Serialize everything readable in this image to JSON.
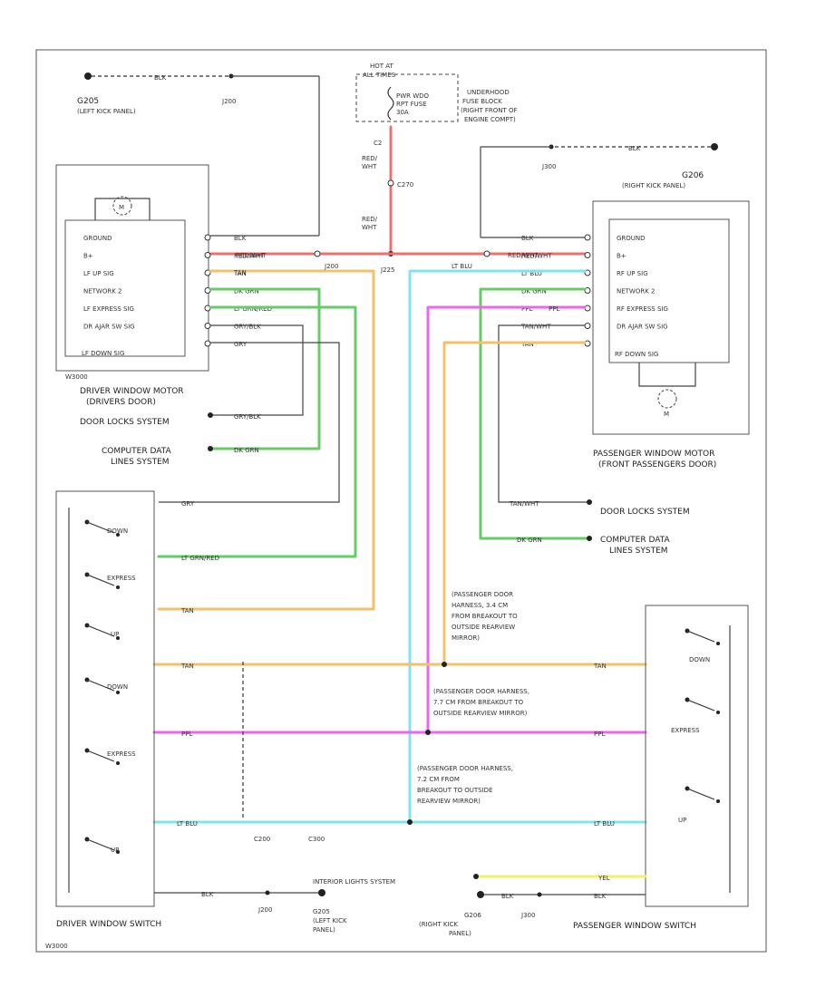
{
  "colors": {
    "red": "#f07070",
    "tan": "#f2c16a",
    "cyan": "#7fe4ee",
    "green": "#66cc66",
    "pink": "#ee66ee",
    "yellow": "#f2f266",
    "black": "#222222",
    "gray": "#888888"
  },
  "labels": {
    "hot_at": "HOT AT",
    "hot_at_2": "ALL TIMES",
    "pwr_win_fuse": "PWR WDO",
    "pwr_win_fuse_2": "RPT FUSE",
    "pwr_win_fuse_3": "30A",
    "underhood_1": "UNDERHOOD",
    "underhood_2": "FUSE BLOCK",
    "underhood_3": "(RIGHT FRONT OF",
    "underhood_4": "ENGINE COMPT)",
    "g205_left": "G205",
    "g205_left_sub": "(LEFT KICK PANEL)",
    "j200_left": "J200",
    "g206_right": "G206",
    "g206_right_sub": "(RIGHT KICK PANEL)",
    "j300_right": "J300",
    "red_wht_1": "RED/",
    "red_wht_1b": "WHT",
    "red_wht_2": "RED/",
    "red_wht_2b": "WHT",
    "c2": "C2",
    "s_fuse": "C270",
    "j225": "J225",
    "j200_mid": "J200",
    "driver_motor_1": "DRIVER WINDOW MOTOR",
    "driver_motor_2": "(DRIVERS DOOR)",
    "lf_down_sig": "LF DOWN SIG",
    "pass_motor_1": "PASSENGER WINDOW MOTOR",
    "pass_motor_2": "(FRONT PASSENGERS DOOR)",
    "rf_down_sig": "RF DOWN SIG",
    "door_locks_left": "DOOR LOCKS SYSTEM",
    "comp_data_left_1": "COMPUTER DATA",
    "comp_data_left_2": "LINES SYSTEM",
    "door_locks_right": "DOOR LOCKS SYSTEM",
    "comp_data_right_1": "COMPUTER DATA",
    "comp_data_right_2": "LINES SYSTEM",
    "pdh_34_1": "(PASSENGER DOOR",
    "pdh_34_2": "HARNESS, 3.4 CM",
    "pdh_34_3": "FROM BREAKOUT TO",
    "pdh_34_4": "OUTSIDE REARVIEW",
    "pdh_34_5": "MIRROR)",
    "pdh_77_1": "(PASSENGER DOOR HARNESS,",
    "pdh_77_2": "7.7 CM FROM BREAKOUT TO",
    "pdh_77_3": "OUTSIDE REARVIEW MIRROR)",
    "pdh_72_1": "(PASSENGER DOOR HARNESS,",
    "pdh_72_2": "7.2 CM FROM",
    "pdh_72_3": "BREAKOUT TO OUTSIDE",
    "pdh_72_4": "REARVIEW MIRROR)",
    "c200": "C200",
    "c300": "C300",
    "j200_bot": "J200",
    "g205_bot": "G205",
    "g205_bot_2": "(LEFT KICK",
    "g205_bot_3": "PANEL)",
    "g206_bot": "G206",
    "g206_bot_2": "(RIGHT KICK",
    "g206_bot_3": "PANEL)",
    "j300_bot": "J300",
    "interior_lights": "INTERIOR LIGHTS SYSTEM",
    "driver_switch": "DRIVER WINDOW SWITCH",
    "pass_switch": "PASSENGER WINDOW SWITCH",
    "down_l": "DOWN",
    "express_l": "EXPRESS",
    "up_l": "UP",
    "down_l2": "DOWN",
    "express_l2": "EXPRESS",
    "up_l2": "UP",
    "down_r": "DOWN",
    "express_r": "EXPRESS",
    "up_r": "UP",
    "m_left": "M",
    "m_right": "M",
    "code": "W3000"
  },
  "left_motor_pins": [
    {
      "name": "GROUND",
      "wire": "BLK"
    },
    {
      "name": "B+",
      "wire": "RED/WHT"
    },
    {
      "name": "LF UP SIG",
      "wire": "TAN"
    },
    {
      "name": "NETWORK 2",
      "wire": "DK GRN"
    },
    {
      "name": "LF EXPRESS SIG",
      "wire": "LT GRN/RED"
    },
    {
      "name": "DR AJAR SW SIG",
      "wire": "GRY/BLK"
    },
    {
      "name": "",
      "wire": "GRY"
    }
  ],
  "right_motor_pins": [
    {
      "name": "GROUND",
      "wire": "BLK"
    },
    {
      "name": "B+",
      "wire": "RED/WHT"
    },
    {
      "name": "RF UP SIG",
      "wire": "LT BLU"
    },
    {
      "name": "NETWORK 2",
      "wire": "DK GRN"
    },
    {
      "name": "RF EXPRESS SIG",
      "wire": "PPL"
    },
    {
      "name": "DR AJAR SW SIG",
      "wire": "TAN/WHT"
    },
    {
      "name": "",
      "wire": "TAN"
    }
  ],
  "wire_labels": {
    "gry_blk_dl": "GRY/BLK",
    "dk_grn_cd": "DK GRN",
    "gry_sw": "GRY",
    "lt_grn_red_sw": "LT GRN/RED",
    "tan_sw": "TAN",
    "tan_row": "TAN",
    "ppl_row": "PPL",
    "lt_blu_row": "LT BLU",
    "tan_wht_dl": "TAN/WHT",
    "dk_grn_cd_r": "DK GRN",
    "yel": "YEL",
    "blk_bot_l": "BLK",
    "blk_bot_r": "BLK",
    "blk_bot_r2": "BLK",
    "red_wht_mid": "RED/WHT",
    "red_wht_mid2": "RED/WHT",
    "tan_top": "TAN",
    "lt_blu_top": "LT BLU",
    "ppl_top": "PPL",
    "blk_r": "BLK",
    "blk_l": "BLK"
  }
}
